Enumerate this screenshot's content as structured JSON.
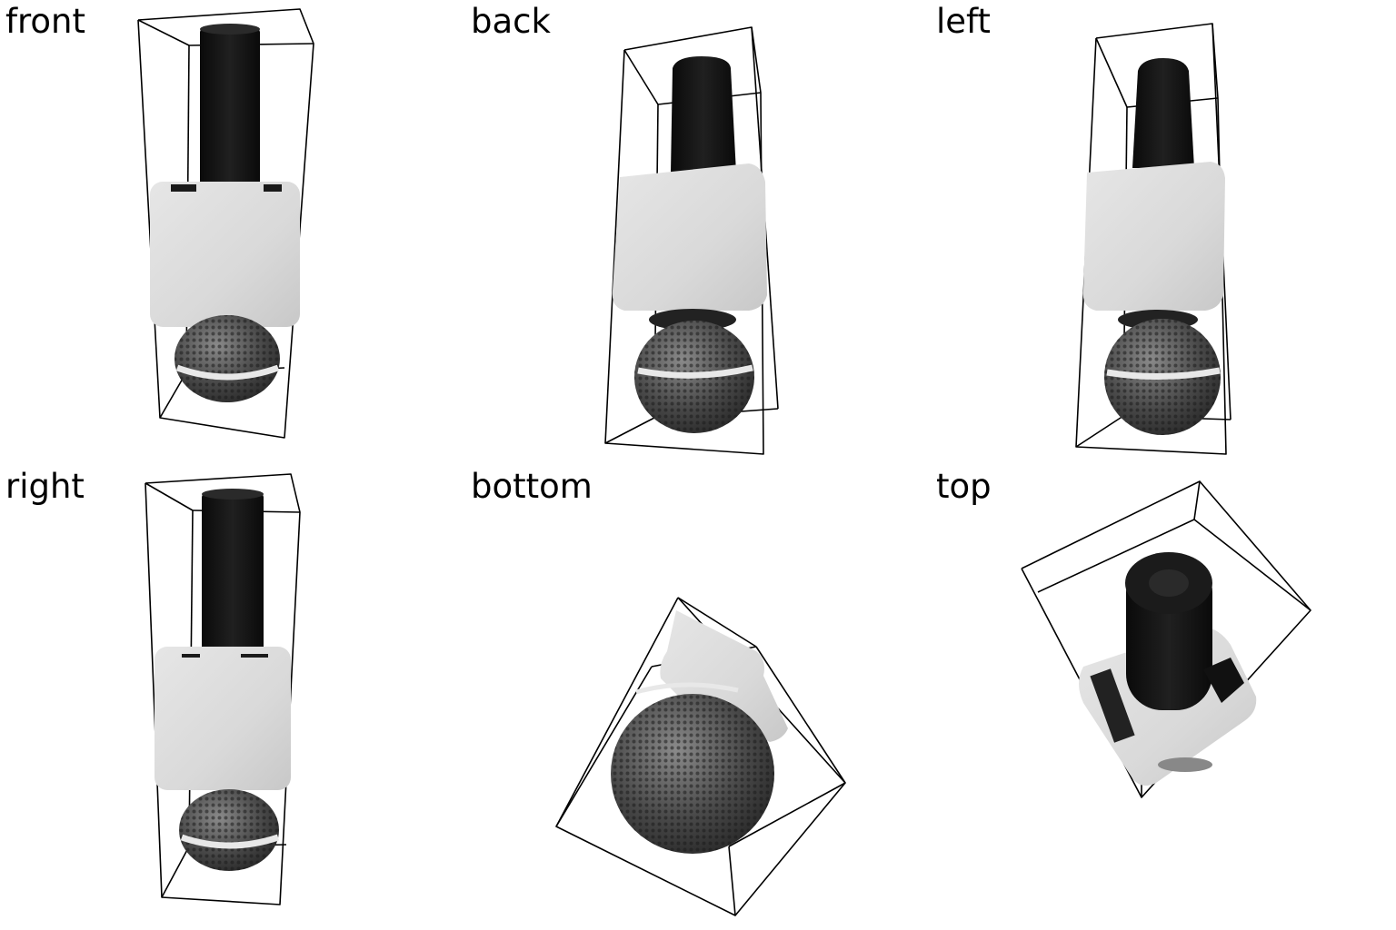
{
  "views": [
    {
      "id": "front",
      "label": "front"
    },
    {
      "id": "back",
      "label": "back"
    },
    {
      "id": "left",
      "label": "left"
    },
    {
      "id": "right",
      "label": "right"
    },
    {
      "id": "bottom",
      "label": "bottom"
    },
    {
      "id": "top",
      "label": "top"
    }
  ],
  "colors": {
    "background": "#ffffff",
    "handle": "#141414",
    "body_block": "#dcdcdc",
    "grille": "#5a5a5a",
    "grille_band": "#e8e8e8",
    "outline": "#000000"
  }
}
